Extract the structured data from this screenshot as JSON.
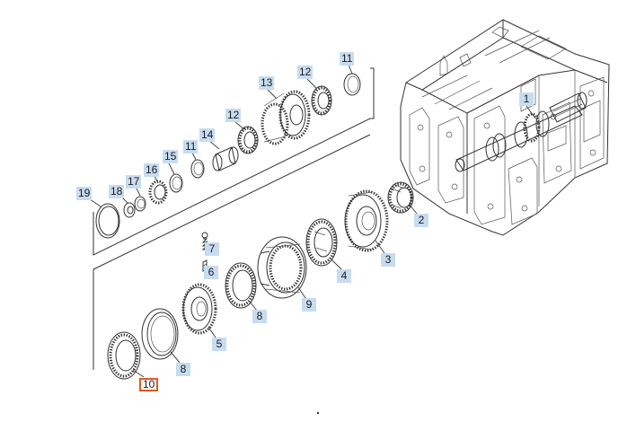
{
  "diagram": {
    "selected_callout": "10",
    "callouts": [
      {
        "id": "c-1",
        "label": "1"
      },
      {
        "id": "c-2",
        "label": "2"
      },
      {
        "id": "c-3",
        "label": "3"
      },
      {
        "id": "c-4",
        "label": "4"
      },
      {
        "id": "c-5",
        "label": "5"
      },
      {
        "id": "c-6",
        "label": "6"
      },
      {
        "id": "c-7",
        "label": "7"
      },
      {
        "id": "c-8a",
        "label": "8"
      },
      {
        "id": "c-8b",
        "label": "8"
      },
      {
        "id": "c-9",
        "label": "9"
      },
      {
        "id": "c-10",
        "label": "10"
      },
      {
        "id": "c-11a",
        "label": "11"
      },
      {
        "id": "c-11b",
        "label": "11"
      },
      {
        "id": "c-12a",
        "label": "12"
      },
      {
        "id": "c-12b",
        "label": "12"
      },
      {
        "id": "c-13",
        "label": "13"
      },
      {
        "id": "c-14",
        "label": "14"
      },
      {
        "id": "c-15",
        "label": "15"
      },
      {
        "id": "c-16",
        "label": "16"
      },
      {
        "id": "c-17",
        "label": "17"
      },
      {
        "id": "c-18",
        "label": "18"
      },
      {
        "id": "c-19",
        "label": "19"
      }
    ]
  }
}
